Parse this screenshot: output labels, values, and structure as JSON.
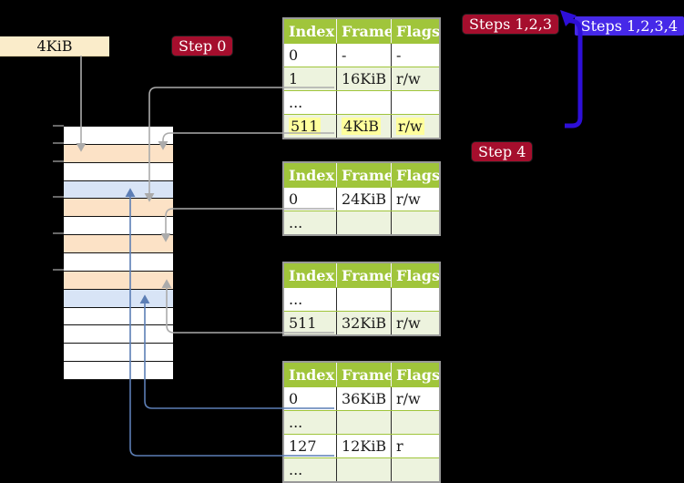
{
  "colors": {
    "badge_crimson": "#a50e2d",
    "badge_violet": "#4629e8",
    "loop_arrow_blue": "#2e0fd8",
    "pointer_gray": "#ababab",
    "pointer_blue": "#5c7eb5",
    "table_header_green": "#a0c53b",
    "table_row_green": "#edf3de",
    "highlight_yellow": "#ffff9d",
    "frame_peach": "#fce2c6",
    "page_blue": "#d8e4f6",
    "label_cream": "#faecca"
  },
  "labels": {
    "page_size": "4KiB",
    "step_0": "Step 0",
    "steps_123": "Steps 1,2,3",
    "steps_1234": "Steps 1,2,3,4",
    "step_4": "Step 4"
  },
  "memory_strip": {
    "rows": [
      "white",
      "peach",
      "white",
      "blue",
      "peach",
      "white",
      "peach",
      "white",
      "peach",
      "blue",
      "white",
      "white",
      "white",
      "white"
    ]
  },
  "tables": [
    {
      "headers": [
        "Index",
        "Frame",
        "Flags"
      ],
      "rows": [
        {
          "cells": [
            "0",
            "-",
            "-"
          ]
        },
        {
          "cells": [
            "1",
            "16KiB",
            "r/w"
          ],
          "shaded": true
        },
        {
          "cells": [
            "...",
            "",
            ""
          ]
        },
        {
          "cells": [
            "511",
            "4KiB",
            "r/w"
          ],
          "shaded": true,
          "highlight": true
        }
      ]
    },
    {
      "headers": [
        "Index",
        "Frame",
        "Flags"
      ],
      "rows": [
        {
          "cells": [
            "0",
            "24KiB",
            "r/w"
          ]
        },
        {
          "cells": [
            "...",
            "",
            ""
          ],
          "shaded": true
        }
      ]
    },
    {
      "headers": [
        "Index",
        "Frame",
        "Flags"
      ],
      "rows": [
        {
          "cells": [
            "...",
            "",
            ""
          ]
        },
        {
          "cells": [
            "511",
            "32KiB",
            "r/w"
          ],
          "shaded": true
        }
      ]
    },
    {
      "headers": [
        "Index",
        "Frame",
        "Flags"
      ],
      "rows": [
        {
          "cells": [
            "0",
            "36KiB",
            "r/w"
          ]
        },
        {
          "cells": [
            "...",
            "",
            ""
          ],
          "shaded": true
        },
        {
          "cells": [
            "127",
            "12KiB",
            "r"
          ]
        },
        {
          "cells": [
            "...",
            "",
            ""
          ],
          "shaded": true
        }
      ]
    }
  ]
}
